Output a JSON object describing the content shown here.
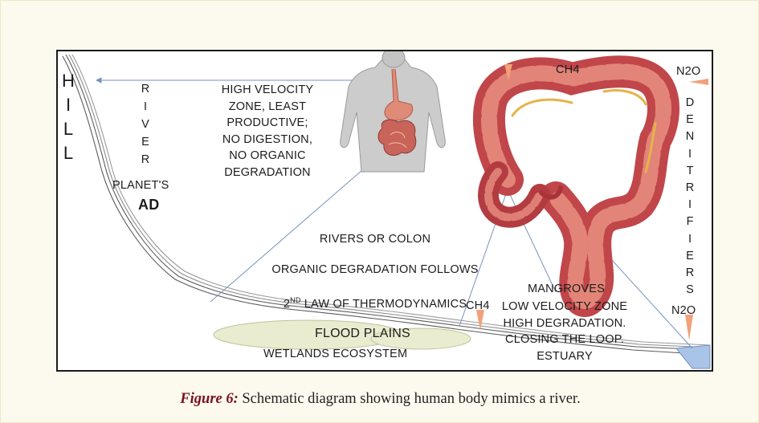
{
  "diagram": {
    "hill": [
      "H",
      "I",
      "L",
      "L"
    ],
    "river": [
      "R",
      "I",
      "V",
      "E",
      "R"
    ],
    "planets": "PLANET'S",
    "ad": "AD",
    "high_velocity": "HIGH VELOCITY\nZONE, LEAST\nPRODUCTIVE;\nNO DIGESTION,\nNO ORGANIC\nDEGRADATION",
    "rivers_colon_1": "RIVERS OR COLON",
    "rivers_colon_2": "ORGANIC DEGRADATION FOLLOWS",
    "law_prefix": "2",
    "law_sup": "ND",
    "law_suffix": " LAW OF THERMODYNAMICS",
    "ch4_top": "CH4",
    "n2o_top": "N2O",
    "denitrifiers": [
      "D",
      "E",
      "N",
      "I",
      "T",
      "R",
      "I",
      "F",
      "I",
      "E",
      "R",
      "S"
    ],
    "mangroves": "MANGROVES",
    "ch4_bottom": "CH4",
    "low_velocity": "LOW VELOCITY ZONE\nHIGH DEGRADATION.\nCLOSING THE LOOP.\nESTUARY",
    "n2o_bottom": "N2O",
    "flood_plains": "FLOOD PLAINS",
    "wetlands": "WETLANDS ECOSYSTEM"
  },
  "caption": {
    "label": "Figure 6:",
    "text": " Schematic diagram showing human body mimics a river."
  },
  "colors": {
    "arrow": "#f0a27a",
    "water": "#a9c4e6",
    "colon": "#c0464a",
    "skin": "#c9c9c9"
  }
}
